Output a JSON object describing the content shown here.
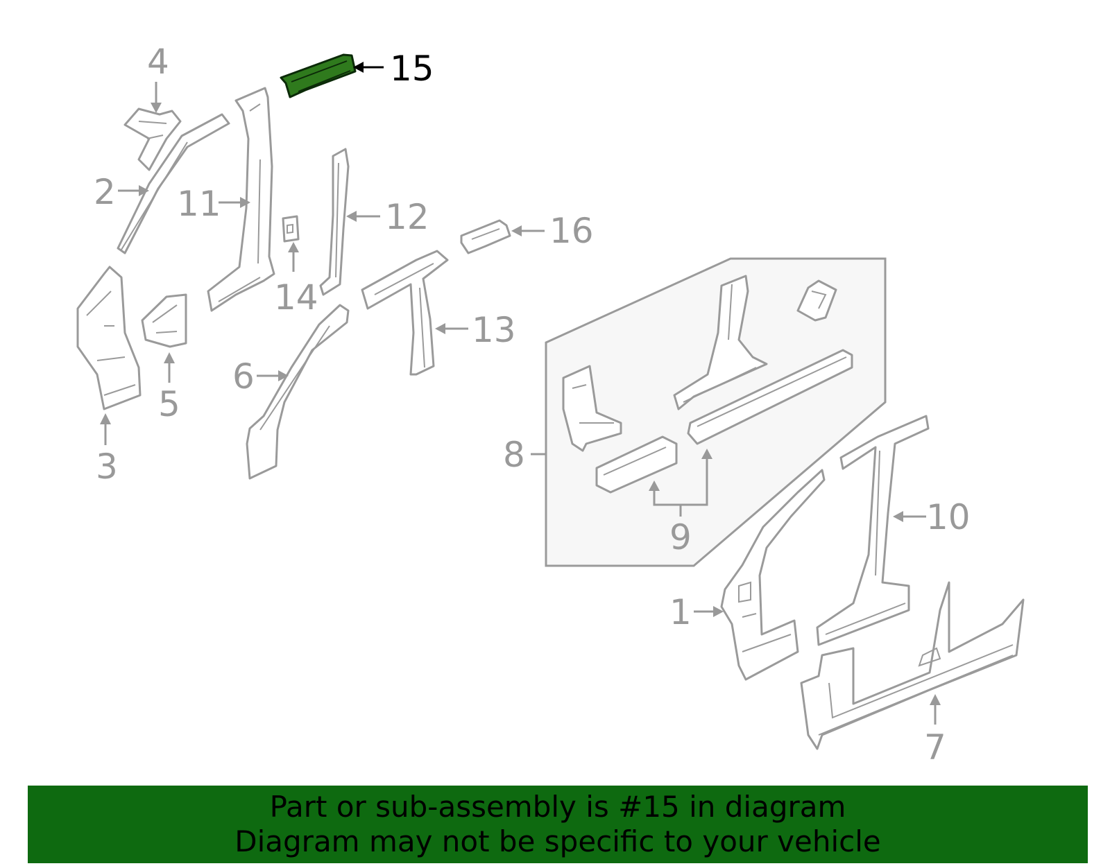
{
  "diagram": {
    "highlight_color": "#2f7a1d",
    "highlighted_part": "15",
    "callouts": [
      {
        "id": "p1",
        "text": "1"
      },
      {
        "id": "p2",
        "text": "2"
      },
      {
        "id": "p3",
        "text": "3"
      },
      {
        "id": "p4",
        "text": "4"
      },
      {
        "id": "p5",
        "text": "5"
      },
      {
        "id": "p6",
        "text": "6"
      },
      {
        "id": "p7",
        "text": "7"
      },
      {
        "id": "p8",
        "text": "8"
      },
      {
        "id": "p9",
        "text": "9"
      },
      {
        "id": "p10",
        "text": "10"
      },
      {
        "id": "p11",
        "text": "11"
      },
      {
        "id": "p12",
        "text": "12"
      },
      {
        "id": "p13",
        "text": "13"
      },
      {
        "id": "p14",
        "text": "14"
      },
      {
        "id": "p15",
        "text": "15"
      },
      {
        "id": "p16",
        "text": "16"
      }
    ]
  },
  "banner": {
    "background": "#0e6a10",
    "line1": "Part or sub-assembly is #15 in diagram",
    "line2": "Diagram may not be specific to your vehicle"
  }
}
